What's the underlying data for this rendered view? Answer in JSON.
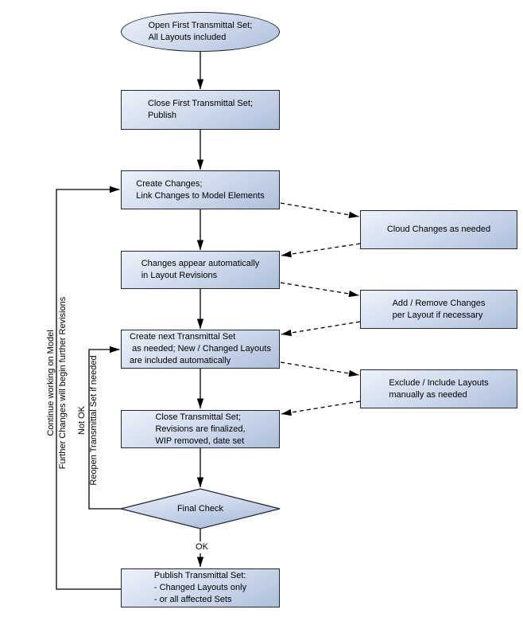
{
  "colors": {
    "node_fill_light": "#edf2fb",
    "node_fill_dark": "#aebfdc",
    "node_border": "#222831",
    "line_color": "#000000",
    "text_color": "#000000"
  },
  "nodes": {
    "start": {
      "text": "Open First Transmittal Set;\nAll Layouts included"
    },
    "close_first": {
      "text": "Close First Transmittal Set;\nPublish"
    },
    "create_changes": {
      "text": "Create Changes;\nLink Changes to Model Elements"
    },
    "cloud_changes": {
      "text": "Cloud Changes as needed"
    },
    "changes_appear": {
      "text": "Changes appear automatically\nin Layout Revisions"
    },
    "add_remove": {
      "text": "Add / Remove Changes\nper Layout if necessary"
    },
    "create_next": {
      "text": "Create next Transmittal Set\n as needed; New / Changed Layouts\nare included automatically"
    },
    "exclude_include": {
      "text": "Exclude / Include Layouts\nmanually as needed"
    },
    "close_set": {
      "text": "Close Transmittal Set;\nRevisions are finalized,\nWIP removed, date set"
    },
    "final_check": {
      "text": "Final Check"
    },
    "publish": {
      "text": "Publish Transmittal Set:\n- Changed Layouts only\n- or all affected Sets"
    }
  },
  "edge_labels": {
    "continue_loop": "Continue working on Model\nFurther Changes will begin further Revisions",
    "not_ok_loop": "Not OK\nReopen Transmittal Set if needed",
    "ok": "OK"
  }
}
